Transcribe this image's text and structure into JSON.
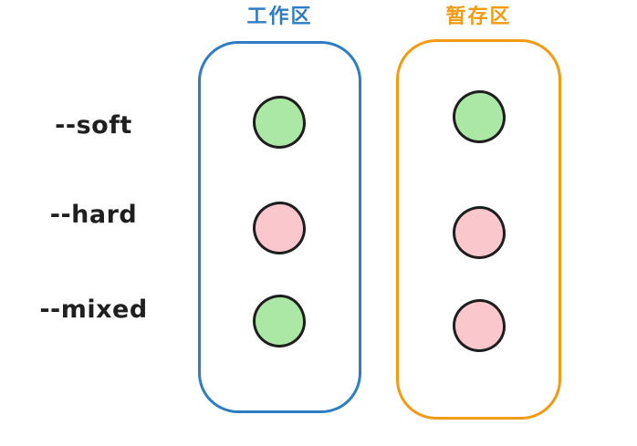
{
  "working_area": {
    "title": "工作区"
  },
  "staging_area": {
    "title": "暂存区"
  },
  "rows": [
    {
      "label": "--soft",
      "working": "green",
      "staging": "green"
    },
    {
      "label": "--hard",
      "working": "red",
      "staging": "red"
    },
    {
      "label": "--mixed",
      "working": "green",
      "staging": "red"
    }
  ],
  "colors": {
    "blue": "#2e7cc3",
    "orange": "#f29a11",
    "green": "#abe8a5",
    "red": "#fac8cc",
    "stroke": "#1e1e1e",
    "text": "#1f1f1f"
  }
}
